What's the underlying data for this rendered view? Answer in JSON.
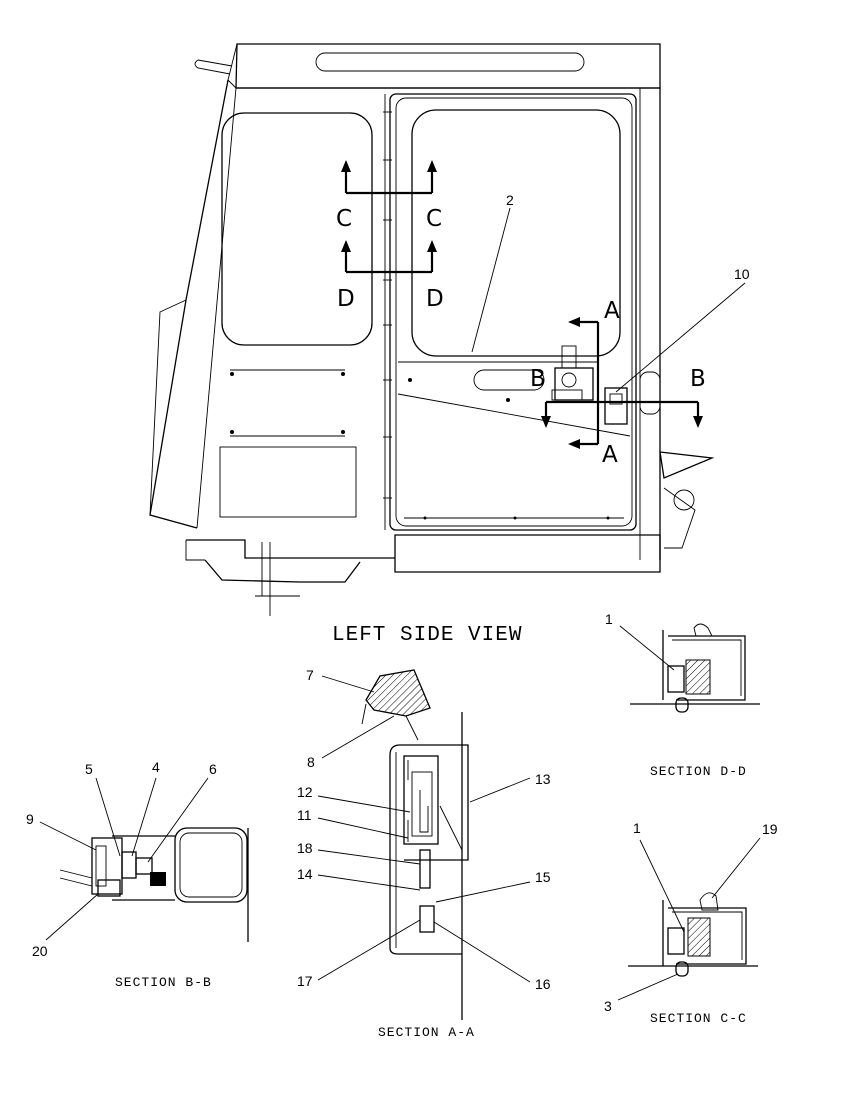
{
  "view_title": "LEFT SIDE VIEW",
  "section_titles": {
    "a": "SECTION A-A",
    "b": "SECTION B-B",
    "c": "SECTION C-C",
    "d": "SECTION D-D"
  },
  "cut_letters": {
    "c": "C",
    "d": "D",
    "a": "A",
    "b": "B"
  },
  "callouts": {
    "n1": "1",
    "n2": "2",
    "n3": "3",
    "n4": "4",
    "n5": "5",
    "n6": "6",
    "n7": "7",
    "n8": "8",
    "n9": "9",
    "n10": "10",
    "n11": "11",
    "n12": "12",
    "n13": "13",
    "n14": "14",
    "n15": "15",
    "n16": "16",
    "n17": "17",
    "n18": "18",
    "n19": "19",
    "n20": "20"
  }
}
